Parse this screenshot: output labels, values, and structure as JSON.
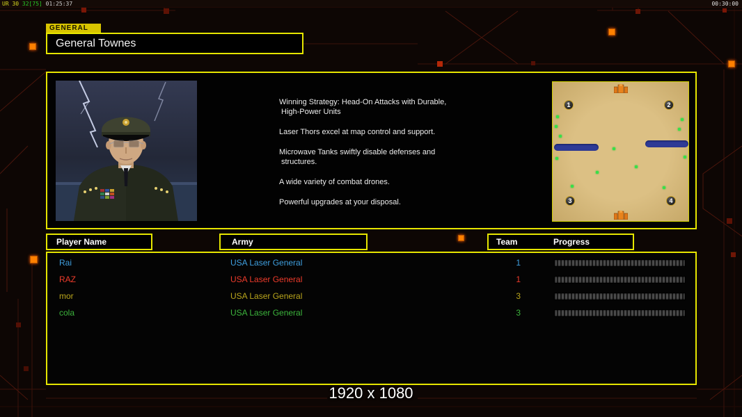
{
  "top": {
    "debug_a": "UR 30",
    "debug_b": "32[75]",
    "debug_c": "01:25:37",
    "match_timer": "00:30:00"
  },
  "header": {
    "tag": "GENERAL",
    "name": "General Townes"
  },
  "panel": {
    "strategy_lines": [
      "Winning Strategy: Head-On Attacks with Durable,",
      "High-Power Units",
      "Laser Thors excel at map control and support.",
      "Microwave Tanks swiftly disable defenses and",
      "structures.",
      "A wide variety of combat drones.",
      "Powerful upgrades at your disposal."
    ]
  },
  "map": {
    "spots": [
      "1",
      "2",
      "3",
      "4"
    ]
  },
  "table": {
    "col_player": "Player Name",
    "col_army": "Army",
    "col_team": "Team",
    "col_progress": "Progress"
  },
  "players": [
    {
      "name": "Rai",
      "army": "USA Laser General",
      "team": "1",
      "color": "#3f9fdf"
    },
    {
      "name": "RAZ",
      "army": "USA Laser General",
      "team": "1",
      "color": "#ee3b2b"
    },
    {
      "name": "mor",
      "army": "USA Laser General",
      "team": "3",
      "color": "#b9a51c"
    },
    {
      "name": "cola",
      "army": "USA Laser General",
      "team": "3",
      "color": "#3cb43c"
    }
  ],
  "footer": {
    "resolution": "1920 x 1080"
  },
  "colors": {
    "accent_yellow": "#e6e600",
    "map_sand": "#d2b478",
    "map_water": "#2e3a96",
    "deco_orange_bright": "#ff8000",
    "deco_red_dark": "#7a1606"
  }
}
